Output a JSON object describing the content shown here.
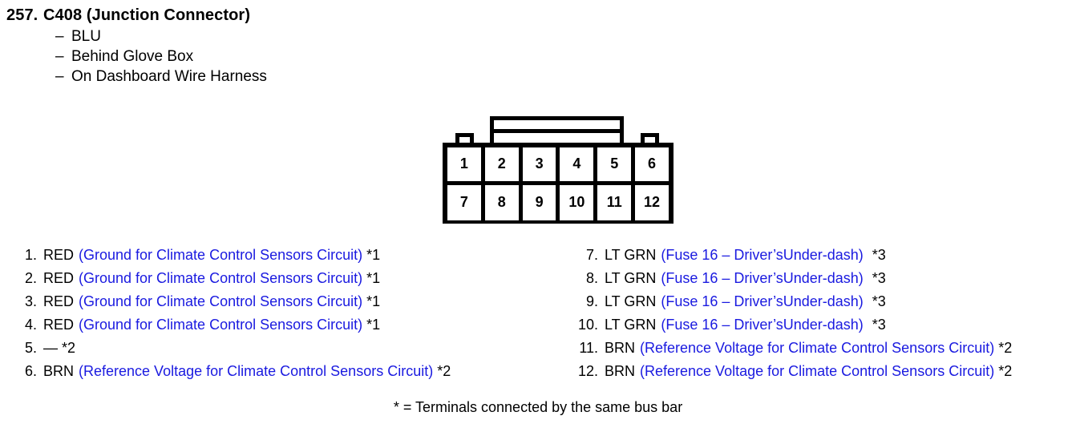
{
  "header": {
    "item_number": "257.",
    "connector_name": "C408 (Junction Connector)",
    "attributes": [
      {
        "dash": "–",
        "text": "BLU"
      },
      {
        "dash": "–",
        "text": "Behind Glove Box"
      },
      {
        "dash": "–",
        "text": "On Dashboard Wire Harness"
      }
    ]
  },
  "connector_diagram": {
    "top_row_pins": [
      "1",
      "2",
      "3",
      "4",
      "5",
      "6"
    ],
    "bottom_row_pins": [
      "7",
      "8",
      "9",
      "10",
      "11",
      "12"
    ],
    "outline_color": "#000000",
    "fill_color": "#ffffff"
  },
  "circuit_color": "#1a1ae0",
  "pin_list_left": [
    {
      "index": "1.",
      "wire": "RED",
      "circuit": "(Ground for Climate Control Sensors Circuit)",
      "note": "*1"
    },
    {
      "index": "2.",
      "wire": "RED",
      "circuit": "(Ground for Climate Control Sensors Circuit)",
      "note": "*1"
    },
    {
      "index": "3.",
      "wire": "RED",
      "circuit": "(Ground for Climate Control Sensors Circuit)",
      "note": "*1"
    },
    {
      "index": "4.",
      "wire": "RED",
      "circuit": "(Ground for Climate Control Sensors Circuit)",
      "note": "*1"
    },
    {
      "index": "5.",
      "wire": "—",
      "circuit": "",
      "note": "*2"
    },
    {
      "index": "6.",
      "wire": "BRN",
      "circuit": "(Reference Voltage for Climate Control Sensors Circuit)",
      "note": "*2"
    }
  ],
  "pin_list_right": [
    {
      "index": "7.",
      "wire": "LT GRN",
      "circuit": "(Fuse 16 – Driver’sUnder-dash)",
      "note": "*3"
    },
    {
      "index": "8.",
      "wire": "LT GRN",
      "circuit": "(Fuse 16 – Driver’sUnder-dash)",
      "note": "*3"
    },
    {
      "index": "9.",
      "wire": "LT GRN",
      "circuit": "(Fuse 16 – Driver’sUnder-dash)",
      "note": "*3"
    },
    {
      "index": "10.",
      "wire": "LT GRN",
      "circuit": "(Fuse 16 – Driver’sUnder-dash)",
      "note": "*3"
    },
    {
      "index": "11.",
      "wire": "BRN",
      "circuit": "(Reference Voltage for Climate Control Sensors Circuit)",
      "note": "*2"
    },
    {
      "index": "12.",
      "wire": "BRN",
      "circuit": "(Reference Voltage for Climate Control Sensors Circuit)",
      "note": "*2"
    }
  ],
  "footnote": "* = Terminals connected by the same bus bar"
}
